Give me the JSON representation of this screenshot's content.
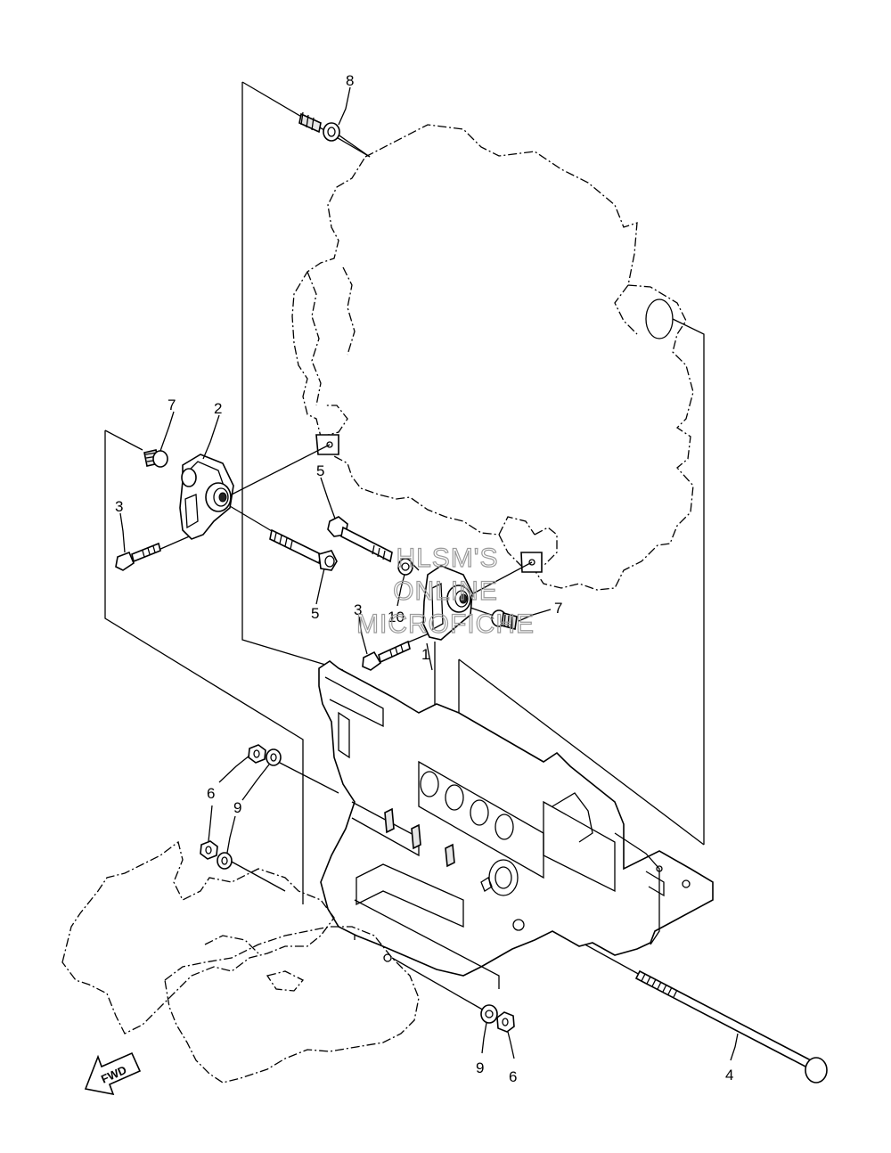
{
  "diagram": {
    "callouts": {
      "c1": "1",
      "c2": "2",
      "c3a": "3",
      "c3b": "3",
      "c4": "4",
      "c5a": "5",
      "c5b": "5",
      "c6a": "6",
      "c6b": "6",
      "c7a": "7",
      "c7b": "7",
      "c8": "8",
      "c9a": "9",
      "c9b": "9",
      "c10": "10"
    },
    "watermark": {
      "line1": "HLSM'S",
      "line2": "ONLINE",
      "line3": "MICROFICHE"
    },
    "direction_label": "FWD"
  }
}
